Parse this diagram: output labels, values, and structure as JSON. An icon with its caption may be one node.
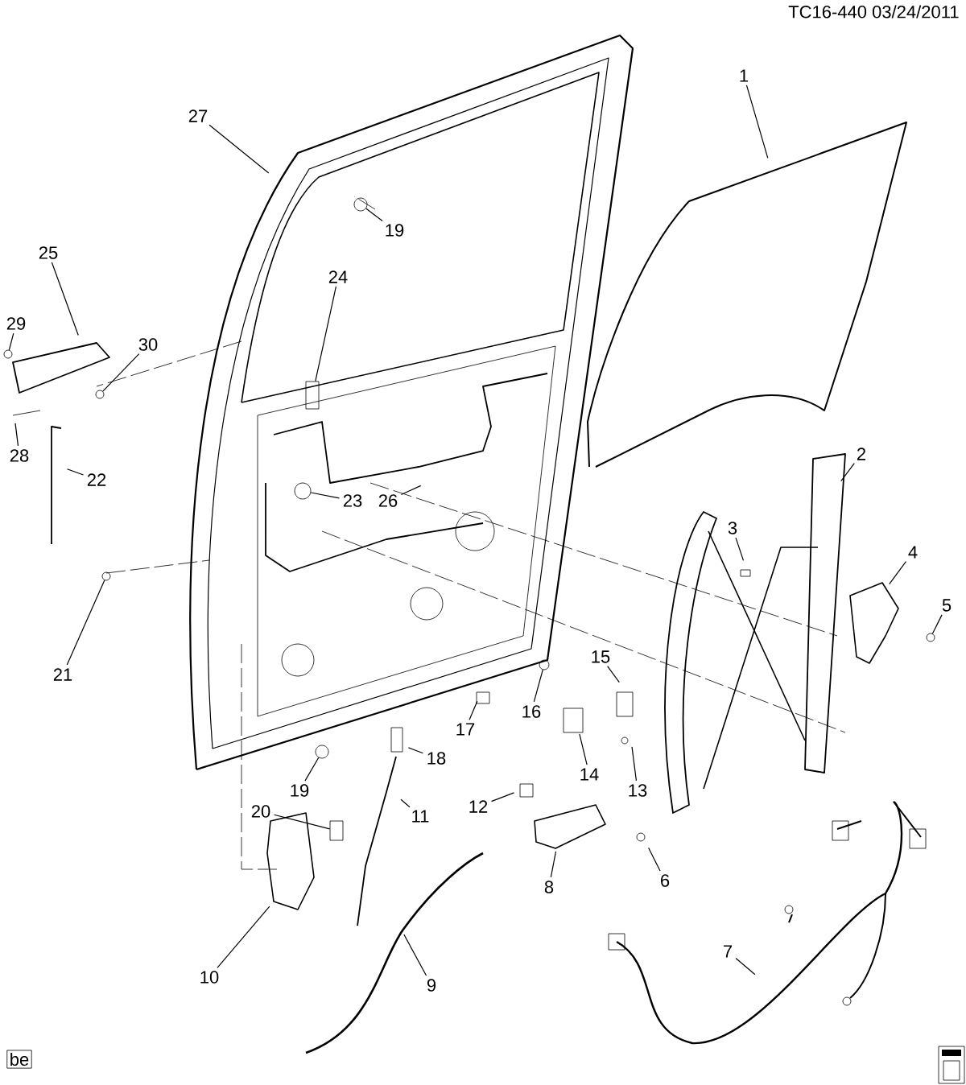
{
  "diagram": {
    "nodes": [
      {
        "text": [
          "1"
        ]
      },
      {
        "text": [
          "2"
        ]
      },
      {
        "text": [
          "3"
        ]
      },
      {
        "text": [
          "4"
        ]
      },
      {
        "text": [
          "5"
        ]
      },
      {
        "text": [
          "6"
        ]
      },
      {
        "text": [
          "7"
        ]
      },
      {
        "text": [
          "8"
        ]
      },
      {
        "text": [
          "9"
        ]
      },
      {
        "text": [
          "10"
        ]
      },
      {
        "text": [
          "11"
        ]
      },
      {
        "text": [
          "12"
        ]
      },
      {
        "text": [
          "13"
        ]
      },
      {
        "text": [
          "14"
        ]
      },
      {
        "text": [
          "15"
        ]
      },
      {
        "text": [
          "16"
        ]
      },
      {
        "text": [
          "17"
        ]
      },
      {
        "text": [
          "18"
        ]
      },
      {
        "text": [
          "19"
        ]
      },
      {
        "text": [
          "19"
        ]
      },
      {
        "text": [
          "20"
        ]
      },
      {
        "text": [
          "21"
        ]
      },
      {
        "text": [
          "22"
        ]
      },
      {
        "text": [
          "23"
        ]
      },
      {
        "text": [
          "24"
        ]
      },
      {
        "text": [
          "25"
        ]
      },
      {
        "text": [
          "26"
        ]
      },
      {
        "text": [
          "27"
        ]
      },
      {
        "text": [
          "28"
        ]
      },
      {
        "text": [
          "29"
        ]
      },
      {
        "text": [
          "30"
        ]
      },
      {
        "text": [],
        "shape": "circle"
      },
      {
        "text": [],
        "shape": "circle"
      },
      {
        "text": [],
        "shape": "circle"
      },
      {
        "text": [],
        "shape": "circle"
      },
      {
        "text": [],
        "shape": "circle"
      },
      {
        "text": [],
        "shape": "circle"
      },
      {
        "text": [],
        "shape": "box"
      },
      {
        "text": [],
        "shape": "circle"
      },
      {
        "text": [],
        "shape": "circle"
      },
      {
        "text": [],
        "shape": "box"
      }
    ],
    "edges": [
      {
        "from": 0,
        "to": null,
        "arrow": "none"
      },
      {
        "from": 1,
        "to": null,
        "arrow": "none"
      },
      {
        "from": 2,
        "to": null,
        "arrow": "none"
      },
      {
        "from": 3,
        "to": null,
        "arrow": "none"
      },
      {
        "from": 4,
        "to": 31,
        "arrow": "none"
      },
      {
        "from": 5,
        "to": null,
        "arrow": "none"
      },
      {
        "from": 6,
        "to": null,
        "arrow": "none"
      },
      {
        "from": 7,
        "to": null,
        "arrow": "none"
      },
      {
        "from": 8,
        "to": null,
        "arrow": "none"
      },
      {
        "from": 9,
        "to": null,
        "arrow": "none"
      },
      {
        "from": 10,
        "to": null,
        "arrow": "none"
      },
      {
        "from": 11,
        "to": null,
        "arrow": "none"
      },
      {
        "from": 12,
        "to": null,
        "arrow": "none"
      },
      {
        "from": 13,
        "to": null,
        "arrow": "none"
      },
      {
        "from": 14,
        "to": null,
        "arrow": "none"
      },
      {
        "from": 15,
        "to": 32,
        "arrow": "none"
      },
      {
        "from": 16,
        "to": null,
        "arrow": "none"
      },
      {
        "from": 17,
        "to": null,
        "arrow": "none"
      },
      {
        "from": 18,
        "to": 33,
        "arrow": "none"
      },
      {
        "from": 19,
        "to": 34,
        "arrow": "none"
      },
      {
        "from": 20,
        "to": 40,
        "arrow": "none"
      },
      {
        "from": 21,
        "to": 35,
        "arrow": "none"
      },
      {
        "from": 22,
        "to": null,
        "arrow": "none"
      },
      {
        "from": 23,
        "to": 36,
        "arrow": "none"
      },
      {
        "from": 24,
        "to": 37,
        "arrow": "none"
      },
      {
        "from": 25,
        "to": null,
        "arrow": "none"
      },
      {
        "from": 26,
        "to": null,
        "arrow": "none"
      },
      {
        "from": 27,
        "to": null,
        "arrow": "none"
      },
      {
        "from": 28,
        "to": null,
        "arrow": "none"
      },
      {
        "from": 29,
        "to": 38,
        "arrow": "none"
      },
      {
        "from": 30,
        "to": 39,
        "arrow": "none"
      }
    ],
    "labels": [
      "TC16-440 03/24/2011",
      "be"
    ]
  }
}
